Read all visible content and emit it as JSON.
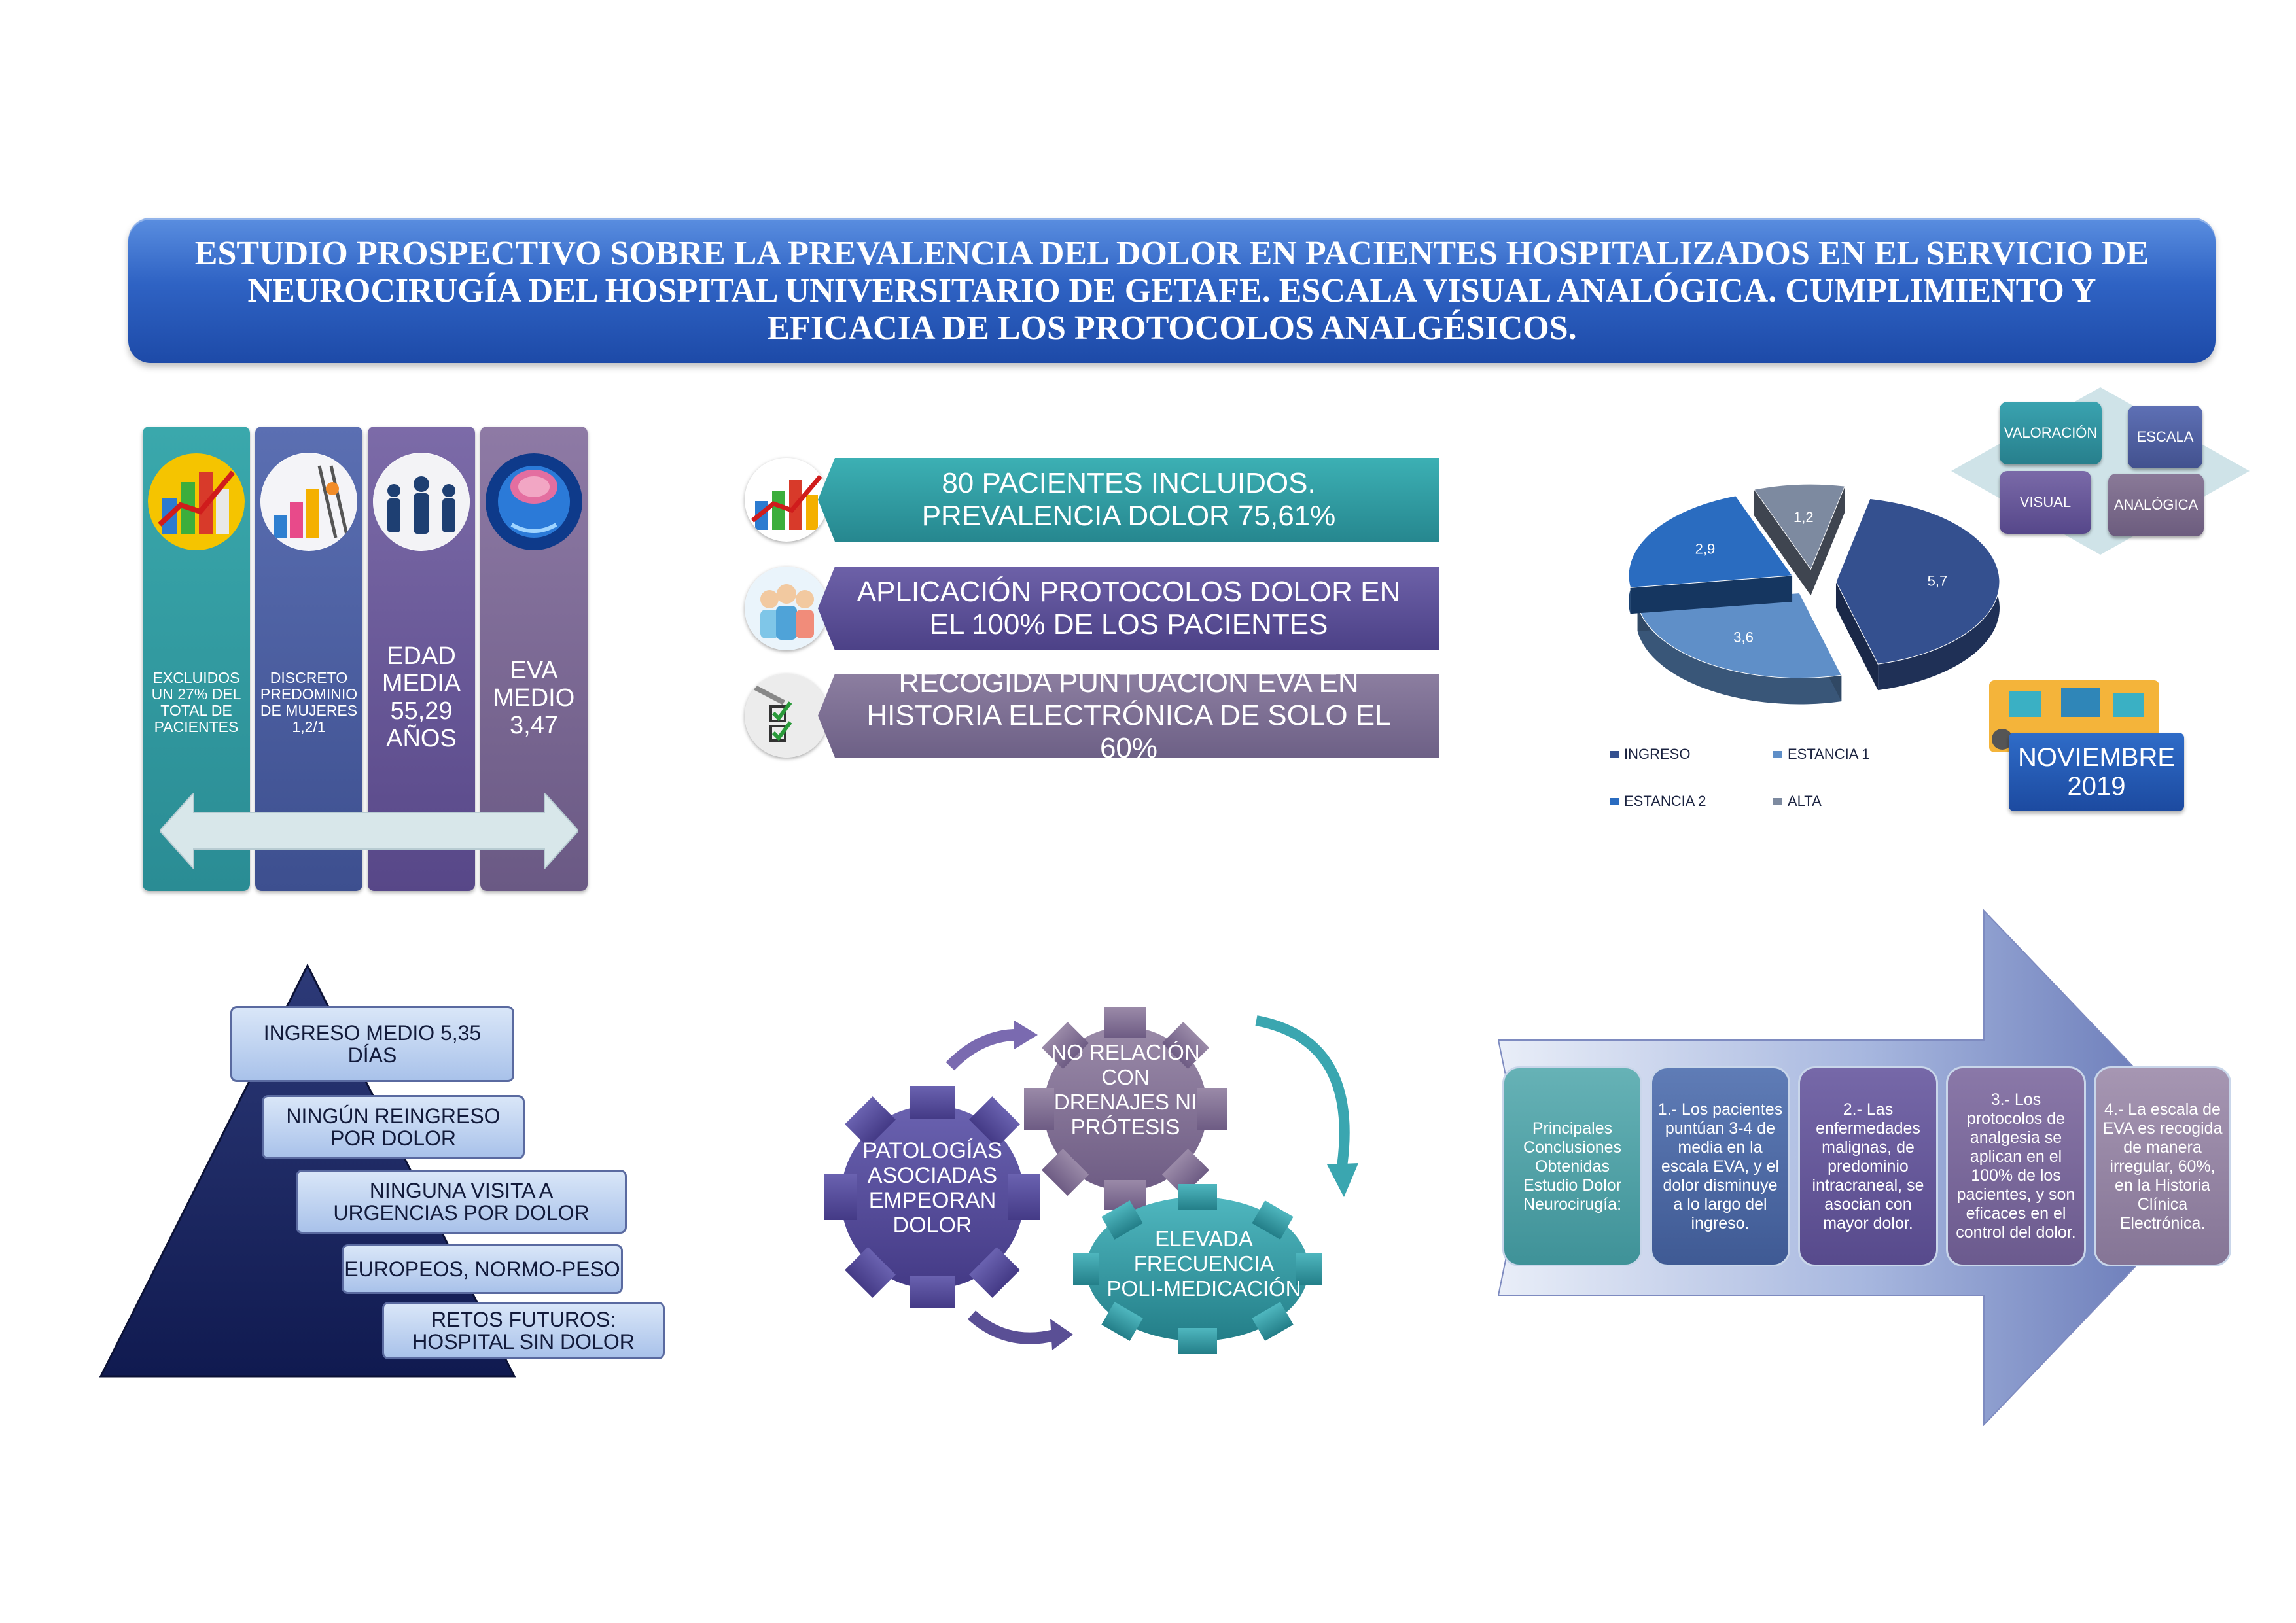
{
  "title": "ESTUDIO PROSPECTIVO SOBRE LA PREVALENCIA DEL DOLOR EN PACIENTES HOSPITALIZADOS EN EL SERVICIO DE NEUROCIRUGÍA DEL HOSPITAL UNIVERSITARIO DE GETAFE. ESCALA VISUAL ANALÓGICA. CUMPLIMIENTO Y EFICACIA DE LOS PROTOCOLOS ANALGÉSICOS.",
  "columns": [
    {
      "text": "EXCLUIDOS UN 27% DEL TOTAL DE PACIENTES",
      "icon": "bar-chart-icon",
      "color": "#2e9aa0"
    },
    {
      "text": "DISCRETO PREDOMINIO DE MUJERES 1,2/1",
      "icon": "ladder-chart-icon",
      "color": "#4a5ea0"
    },
    {
      "text": "EDAD MEDIA 55,29 AÑOS",
      "icon": "people-icon",
      "color": "#6a5b95"
    },
    {
      "text": "EVA MEDIO 3,47",
      "icon": "brain-icon",
      "color": "#7d6a8f"
    }
  ],
  "banners": [
    {
      "text": "80 PACIENTES INCLUIDOS. PREVALENCIA DOLOR 75,61%",
      "icon": "chart-icon",
      "color": "#2a8f9a"
    },
    {
      "text": "APLICACIÓN PROTOCOLOS DOLOR EN EL 100% DE LOS PACIENTES",
      "icon": "doctors-icon",
      "color": "#5a4f95"
    },
    {
      "text": "RECOGIDA PUNTUACIÓN EVA EN HISTORIA ELECTRÓNICA DE SOLO EL 60%",
      "icon": "checklist-icon",
      "color": "#7a6a8e"
    }
  ],
  "chart_data": {
    "type": "pie",
    "categories": [
      "INGRESO",
      "ESTANCIA 1",
      "ESTANCIA 2",
      "ALTA"
    ],
    "values": [
      5.7,
      3.6,
      2.9,
      1.2
    ],
    "labels": [
      "5,7",
      "3,6",
      "2,9",
      "1,2"
    ],
    "colors": [
      "#34508f",
      "#5f8fc8",
      "#2a6cc0",
      "#7d8aa0"
    ],
    "legend_position": "bottom-left"
  },
  "scale_boxes": [
    "VALORACIÓN",
    "ESCALA",
    "VISUAL",
    "ANALÓGICA"
  ],
  "date_badge": "NOVIEMBRE 2019",
  "pyramid": [
    "INGRESO MEDIO 5,35 DÍAS",
    "NINGÚN REINGRESO POR DOLOR",
    "NINGUNA VISITA A URGENCIAS POR DOLOR",
    "EUROPEOS, NORMO-PESO",
    "RETOS FUTUROS: HOSPITAL SIN DOLOR"
  ],
  "gears": {
    "left": "PATOLOGÍAS ASOCIADAS EMPEORAN DOLOR",
    "top": "NO RELACIÓN CON DRENAJES NI PRÓTESIS",
    "right": "ELEVADA FRECUENCIA POLI-MEDICACIÓN"
  },
  "conclusions": [
    {
      "text": "Principales Conclusiones Obtenidas Estudio Dolor Neurocirugía:",
      "color": "#5aa6aa"
    },
    {
      "text": "1.- Los pacientes puntúan 3-4 de media en la escala EVA, y el dolor disminuye a lo largo del ingreso.",
      "color": "#5470a8"
    },
    {
      "text": "2.- Las enfermedades malignas, de predominio intracraneal, se asocian con mayor dolor.",
      "color": "#6c5c9c"
    },
    {
      "text": "3.- Los protocolos de analgesia se aplican en el 100% de los pacientes, y son eficaces en el control del dolor.",
      "color": "#7e6a9c"
    },
    {
      "text": "4.- La escala de EVA es recogida de manera irregular, 60%, en la Historia Clínica Electrónica.",
      "color": "#9a8aa8"
    }
  ]
}
